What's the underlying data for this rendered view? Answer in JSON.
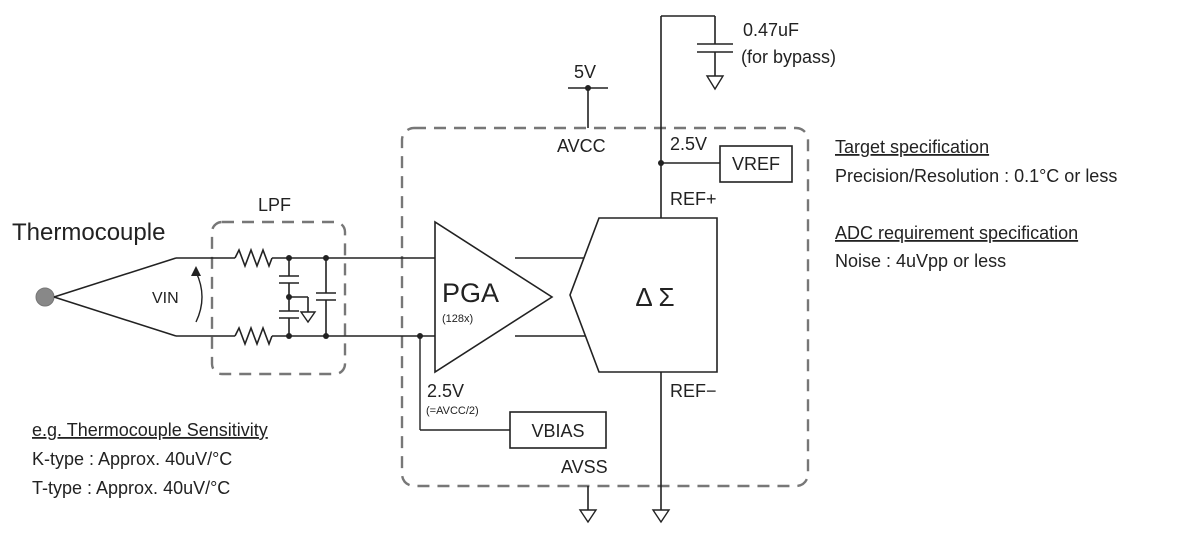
{
  "labels": {
    "bypass_cap_value": "0.47uF",
    "bypass_cap_note": "(for bypass)",
    "supply_5v": "5V",
    "avcc": "AVCC",
    "vref_2v5": "2.5V",
    "vref_block": "VREF",
    "ref_plus": "REF+",
    "ref_minus": "REF−",
    "lpf": "LPF",
    "thermocouple": "Thermocouple",
    "vin": "VIN",
    "pga": "PGA",
    "pga_gain": "(128x)",
    "delta_sigma": "Δ Σ",
    "bias_2v5": "2.5V",
    "bias_note": "(=AVCC/2)",
    "vbias_block": "VBIAS",
    "avss": "AVSS"
  },
  "target_spec": {
    "title": "Target specification",
    "line": "Precision/Resolution : 0.1°C or less"
  },
  "adc_spec": {
    "title": "ADC requirement specification",
    "line": "Noise : 4uVpp or less"
  },
  "sensitivity": {
    "title": "e.g. Thermocouple Sensitivity",
    "lines": [
      "K-type : Approx. 40uV/°C",
      "T-type : Approx. 40uV/°C"
    ]
  }
}
